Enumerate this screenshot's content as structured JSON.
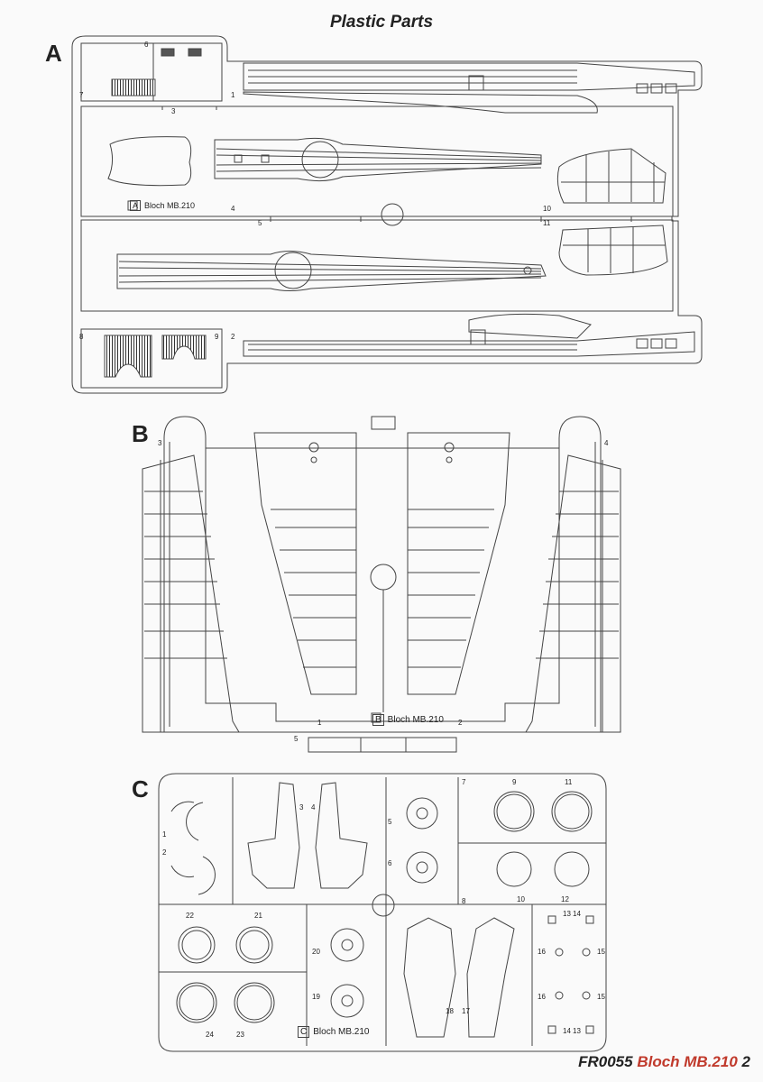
{
  "title": "Plastic Parts",
  "sprues": {
    "A": {
      "letter": "A",
      "label": "Bloch MB.210",
      "label_letter": "A",
      "part_numbers": [
        "1",
        "2",
        "3",
        "4",
        "5",
        "6",
        "7",
        "8",
        "9",
        "10",
        "11"
      ]
    },
    "B": {
      "letter": "B",
      "label": "Bloch MB.210",
      "label_letter": "B",
      "part_numbers": [
        "1",
        "2",
        "3",
        "4",
        "5"
      ]
    },
    "C": {
      "letter": "C",
      "label": "Bloch MB.210",
      "label_letter": "C",
      "part_numbers": [
        "1",
        "2",
        "3",
        "4",
        "5",
        "6",
        "7",
        "8",
        "9",
        "10",
        "11",
        "12",
        "13",
        "14",
        "15",
        "16",
        "17",
        "18",
        "19",
        "20",
        "21",
        "22",
        "23",
        "24"
      ]
    }
  },
  "footer": {
    "code": "FR0055",
    "product": "Bloch MB.210",
    "page": "2"
  }
}
